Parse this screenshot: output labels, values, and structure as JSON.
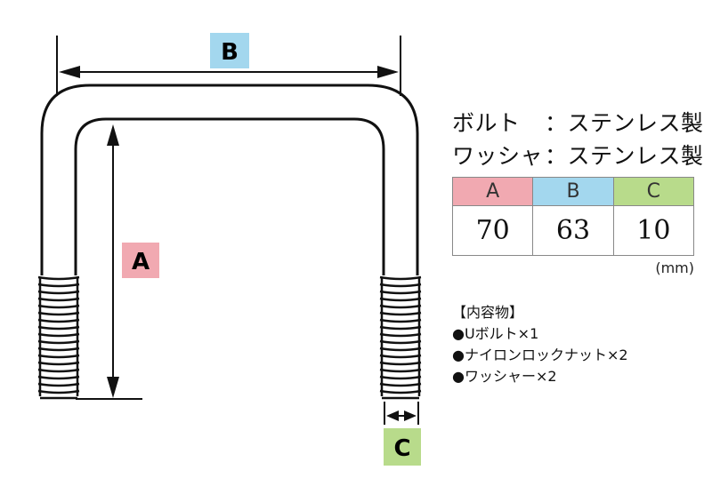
{
  "labels": {
    "A": "A",
    "B": "B",
    "C": "C"
  },
  "colors": {
    "A": "#f1a9b1",
    "B": "#a3d7ee",
    "C": "#b8db8b"
  },
  "spec": [
    {
      "key": "ボルト",
      "value": "：ステンレス製"
    },
    {
      "key": "ワッシャ",
      "value": "：ステンレス製"
    }
  ],
  "table": {
    "headers": [
      "A",
      "B",
      "C"
    ],
    "values": [
      "70",
      "63",
      "10"
    ],
    "unit": "(mm)"
  },
  "contents": {
    "title": "【内容物】",
    "items": [
      "●Uボルト×1",
      "●ナイロンロックナット×2",
      "●ワッシャー×2"
    ]
  }
}
